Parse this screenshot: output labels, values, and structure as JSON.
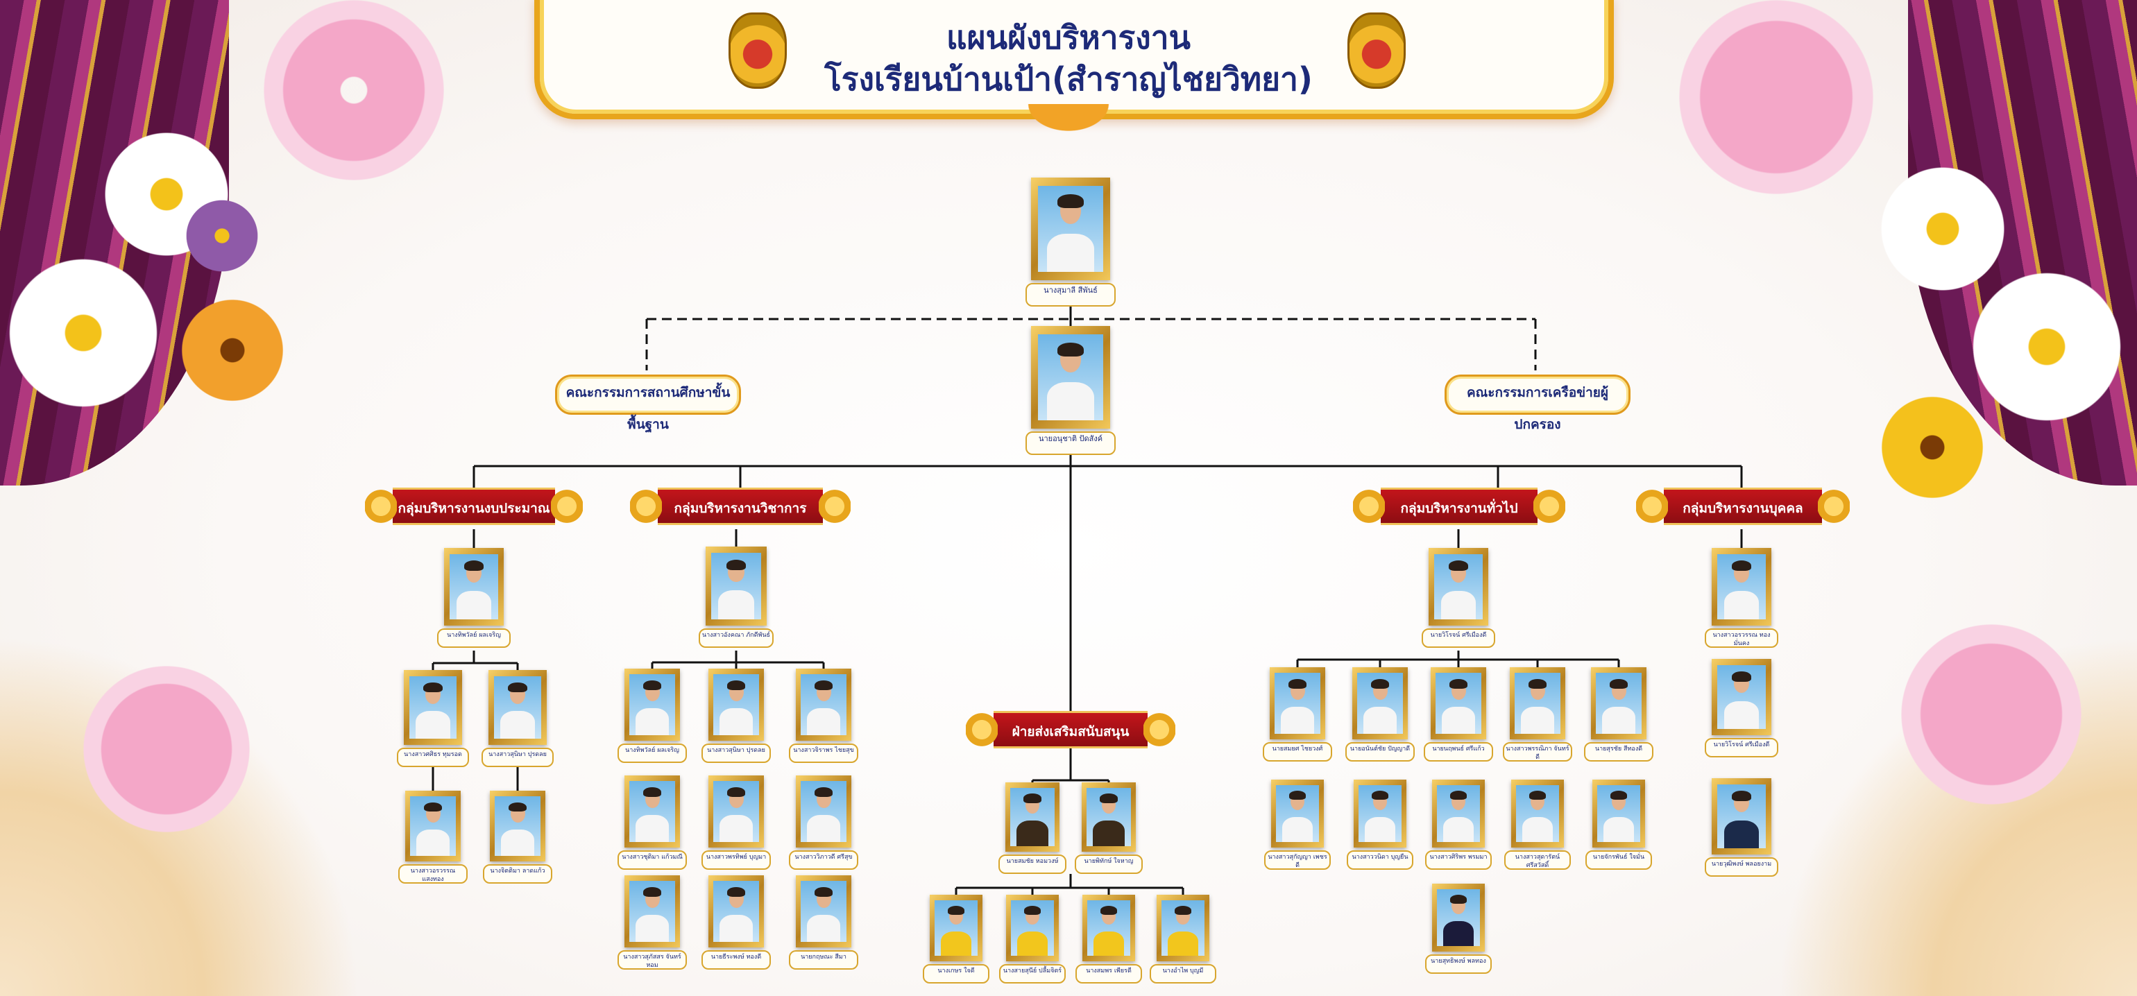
{
  "header": {
    "title_line1": "แผนผังบริหารงาน",
    "title_line2": "โรงเรียนบ้านเป้า(สำราญไชยวิทยา)"
  },
  "colors": {
    "title": "#1d2a78",
    "dept_red": "#c3151b",
    "gold": "#e8a51c",
    "line": "#111111"
  },
  "top": {
    "director_name": "นางสุมาลี สีพันธ์",
    "deputy_name": "นายอนุชาติ ปัดสังค์"
  },
  "committees": {
    "left": "คณะกรรมการสถานศึกษาขั้นพื้นฐาน",
    "right": "คณะกรรมการเครือข่ายผู้ปกครอง"
  },
  "groups": {
    "budget": {
      "title": "กลุ่มบริหารงานงบประมาณ",
      "head": "นางทิพวัลย์ ผลเจริญ",
      "members": [
        "นางสาวศศิธร ทุมรอด",
        "นางสาวสุนิษา ปุรดลย",
        "นางสาวอรวรรณ แสงทอง",
        "นางจิตติมา ลาดแก้ว"
      ]
    },
    "academic": {
      "title": "กลุ่มบริหารงานวิชาการ",
      "head": "นางสาวอังคณา ภักดีพันธ์",
      "members": [
        "นางทิพวัลย์ ผลเจริญ",
        "นางสาวสุนิษา ปุรดลย",
        "นางสาวจิราพร ไชยสุข",
        "นางสาวชุติมา แก้วมณี",
        "นางสาวพรทิพย์ บุญมา",
        "นางสาววิภาวดี ศรีสุข",
        "นางสาวสุภัสสร จันทร์หอม",
        "นายธีระพงษ์ ทองดี",
        "นายกฤษณะ สีมา"
      ]
    },
    "support": {
      "title": "ฝ่ายส่งเสริมสนับสนุน",
      "members": [
        "นายสมชัย หอมวงษ์",
        "นายพิทักษ์ ใจหาญ",
        "นางเกษร ใจดี",
        "นางสายสุนีย์ ปลื้มจิตร์",
        "นางสมพร เพียรดี",
        "นางอำไพ บุญมี"
      ]
    },
    "general": {
      "title": "กลุ่มบริหารงานทั่วไป",
      "head": "นายวิโรจน์ ศรีเมืองดี",
      "members": [
        "นายสมยศ ไชยวงศ์",
        "นายอนันต์ชัย ปัญญาดี",
        "นายนฤพนธ์ ศรีแก้ว",
        "นางสาวพรรณิภา จันทร์ดี",
        "นายสุรชัย สีทองดี",
        "นางสาวสุกัญญา เพชรดี",
        "นางสาววนิดา บุญยืน",
        "นางสาวศิริพร พรมมา",
        "นางสาวสุดารัตน์ ศรีสวัสดิ์",
        "นายจักรพันธ์ ใจมั่น",
        "นายสุทธิพงษ์ พลทอง"
      ]
    },
    "personnel": {
      "title": "กลุ่มบริหารงานบุคคล",
      "head": "นางสาวอรวรรณ ทองมั่นคง",
      "members": [
        "นายวิโรจน์ ศรีเมืองดี",
        "นายวุฒิพงษ์ พลอยงาม"
      ]
    }
  }
}
